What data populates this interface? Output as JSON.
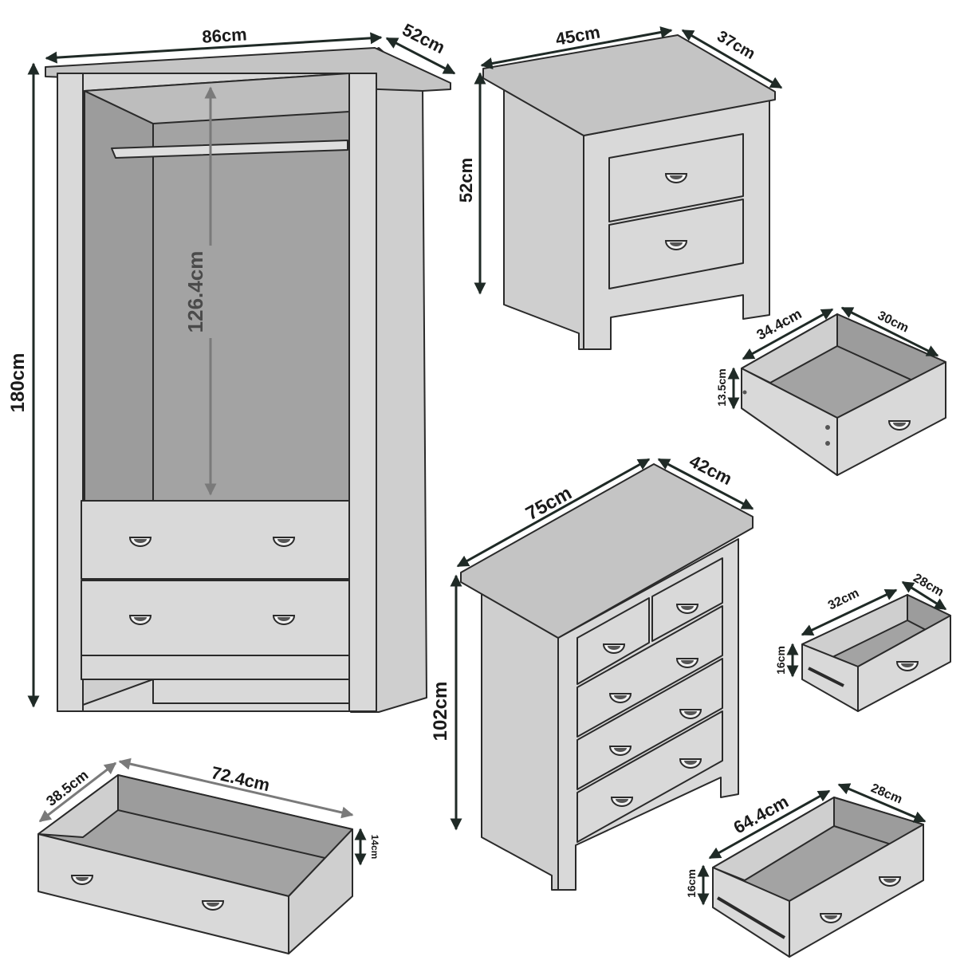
{
  "dimensions": {
    "wardrobe": {
      "width": "86cm",
      "depth": "52cm",
      "height": "180cm",
      "hanging_height": "126.4cm"
    },
    "wardrobe_drawer": {
      "width": "72.4cm",
      "depth": "38.5cm",
      "height": "14cm"
    },
    "bedside": {
      "width": "45cm",
      "depth": "37cm",
      "height": "52cm"
    },
    "bedside_drawer": {
      "width": "34.4cm",
      "depth": "30cm",
      "height": "13.5cm"
    },
    "chest": {
      "width": "75cm",
      "depth": "42cm",
      "height": "102cm"
    },
    "chest_small_drawer": {
      "width": "32cm",
      "depth": "28cm",
      "height": "16cm"
    },
    "chest_large_drawer": {
      "width": "64.4cm",
      "depth": "28cm",
      "height": "16cm"
    }
  },
  "colors": {
    "panel": "#cfcfcf",
    "inner": "#a3a3a3",
    "outline": "#2a2a2a",
    "dimension_line": "#1f2a26"
  }
}
